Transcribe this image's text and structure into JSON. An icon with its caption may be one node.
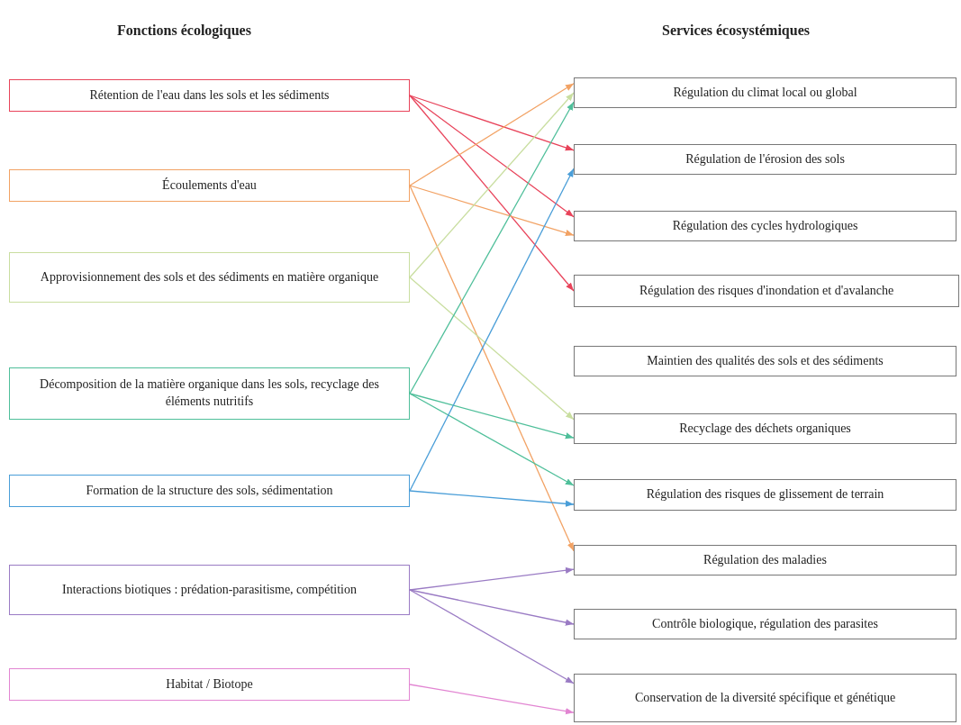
{
  "diagram": {
    "nodes": [
      {
        "text": [
          "Rétention de l'eau dans les sols et les sédiments"
        ]
      },
      {
        "text": [
          "Écoulements d'eau"
        ]
      },
      {
        "text": [
          "Approvisionnement des sols et des sédiments en matière organique"
        ]
      },
      {
        "text": [
          "Décomposition de la matière organique dans les sols, recyclage des éléments nutritifs"
        ]
      },
      {
        "text": [
          "Formation de la structure des sols, sédimentation"
        ]
      },
      {
        "text": [
          "Interactions biotiques : prédation-parasitisme, compétition"
        ]
      },
      {
        "text": [
          "Habitat / Biotope"
        ]
      },
      {
        "text": [
          "Régulation du climat local ou global"
        ]
      },
      {
        "text": [
          "Régulation de l'érosion des sols"
        ]
      },
      {
        "text": [
          "Régulation des cycles hydrologiques"
        ]
      },
      {
        "text": [
          "Régulation des risques d'inondation et d'avalanche"
        ]
      },
      {
        "text": [
          "Maintien des qualités des sols et des sédiments"
        ]
      },
      {
        "text": [
          "Recyclage des déchets organiques"
        ]
      },
      {
        "text": [
          "Régulation des risques de glissement de terrain"
        ]
      },
      {
        "text": [
          "Régulation des maladies"
        ]
      },
      {
        "text": [
          "Contrôle biologique, régulation des parasites"
        ]
      },
      {
        "text": [
          "Conservation de la diversité spécifique et génétique"
        ]
      }
    ],
    "edges": [
      {
        "from": 0,
        "to": 8,
        "arrow": "to",
        "color": "#e8435a"
      },
      {
        "from": 0,
        "to": 9,
        "arrow": "to",
        "color": "#e8435a"
      },
      {
        "from": 0,
        "to": 10,
        "arrow": "to",
        "color": "#e8435a"
      },
      {
        "from": 1,
        "to": 7,
        "arrow": "to",
        "color": "#f2a264"
      },
      {
        "from": 1,
        "to": 9,
        "arrow": "to",
        "color": "#f2a264"
      },
      {
        "from": 1,
        "to": 14,
        "arrow": "to",
        "color": "#f2a264"
      },
      {
        "from": 2,
        "to": 7,
        "arrow": "to",
        "color": "#c9dea0"
      },
      {
        "from": 2,
        "to": 12,
        "arrow": "to",
        "color": "#c9dea0"
      },
      {
        "from": 3,
        "to": 7,
        "arrow": "to",
        "color": "#4fbf9a"
      },
      {
        "from": 3,
        "to": 12,
        "arrow": "to",
        "color": "#4fbf9a"
      },
      {
        "from": 3,
        "to": 13,
        "arrow": "to",
        "color": "#4fbf9a"
      },
      {
        "from": 4,
        "to": 8,
        "arrow": "to",
        "color": "#4a9ed8"
      },
      {
        "from": 4,
        "to": 13,
        "arrow": "to",
        "color": "#4a9ed8"
      },
      {
        "from": 5,
        "to": 14,
        "arrow": "to",
        "color": "#9a7bc4"
      },
      {
        "from": 5,
        "to": 15,
        "arrow": "to",
        "color": "#9a7bc4"
      },
      {
        "from": 5,
        "to": 16,
        "arrow": "to",
        "color": "#9a7bc4"
      },
      {
        "from": 6,
        "to": 16,
        "arrow": "to",
        "color": "#e285d2"
      }
    ],
    "labels": [
      "Fonctions écologiques",
      "Services écosystémiques"
    ]
  }
}
